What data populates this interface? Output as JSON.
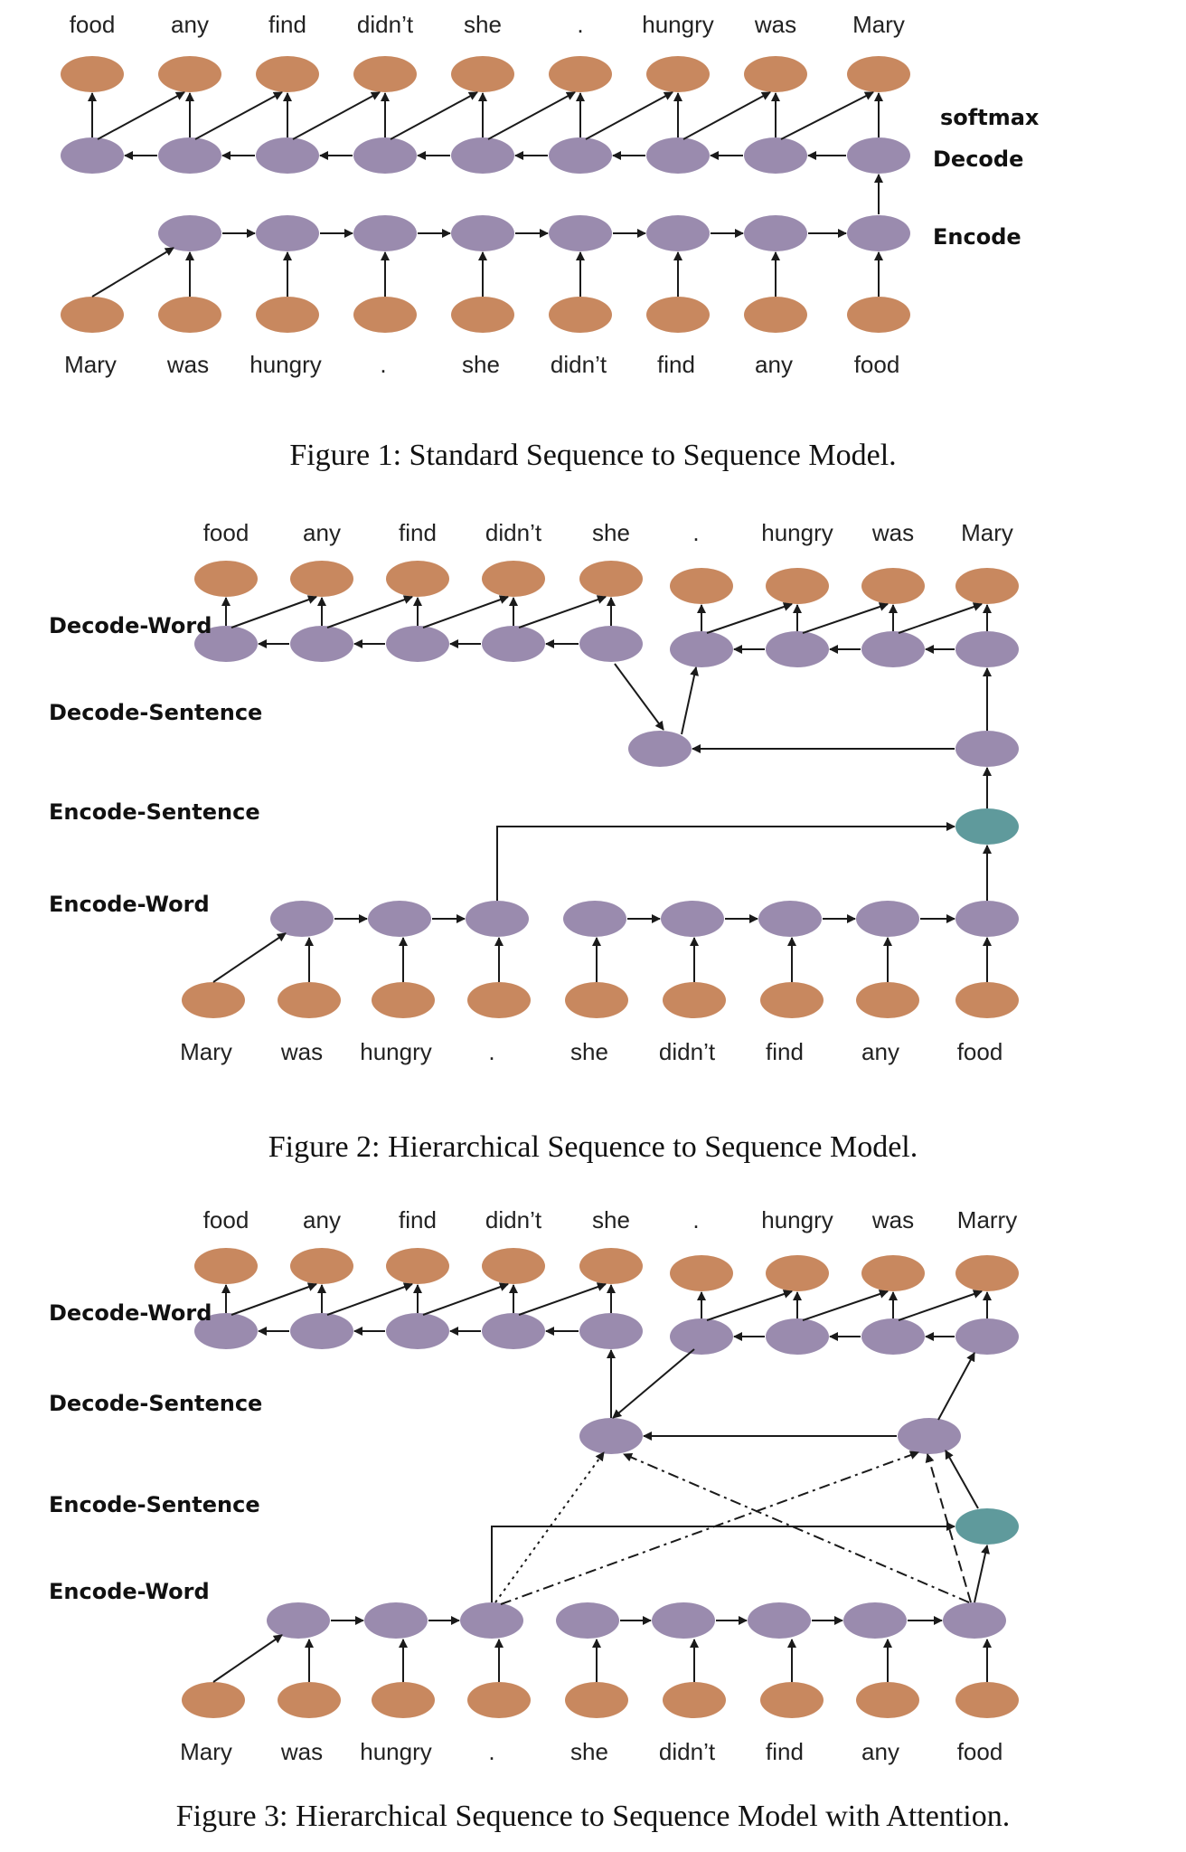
{
  "colors": {
    "word_node": "#C8885F",
    "hidden_node": "#9A8BAE",
    "sentence_node": "#5F9A9C",
    "edge": "#1a1a1a"
  },
  "figure1": {
    "caption": "Figure 1: Standard Sequence to Sequence Model.",
    "output_words": [
      "food",
      "any",
      "find",
      "didn’t",
      "she",
      ".",
      "hungry",
      "was",
      "Mary"
    ],
    "input_words": [
      "Mary",
      "was",
      "hungry",
      ".",
      "she",
      "didn’t",
      "find",
      "any",
      "food"
    ],
    "labels": {
      "softmax": "softmax",
      "decode": "Decode",
      "encode": "Encode"
    }
  },
  "figure2": {
    "caption": "Figure 2: Hierarchical Sequence to Sequence Model.",
    "output_words": [
      "food",
      "any",
      "find",
      "didn’t",
      "she",
      ".",
      "hungry",
      "was",
      "Mary"
    ],
    "input_words": [
      "Mary",
      "was",
      "hungry",
      ".",
      "she",
      "didn’t",
      "find",
      "any",
      "food"
    ],
    "labels": {
      "decode_word": "Decode-Word",
      "decode_sentence": "Decode-Sentence",
      "encode_sentence": "Encode-Sentence",
      "encode_word": "Encode-Word"
    }
  },
  "figure3": {
    "caption": "Figure 3: Hierarchical Sequence to Sequence Model with Attention.",
    "output_words": [
      "food",
      "any",
      "find",
      "didn’t",
      "she",
      ".",
      "hungry",
      "was",
      "Marry"
    ],
    "input_words": [
      "Mary",
      "was",
      "hungry",
      ".",
      "she",
      "didn’t",
      "find",
      "any",
      "food"
    ],
    "labels": {
      "decode_word": "Decode-Word",
      "decode_sentence": "Decode-Sentence",
      "encode_sentence": "Encode-Sentence",
      "encode_word": "Encode-Word"
    }
  }
}
